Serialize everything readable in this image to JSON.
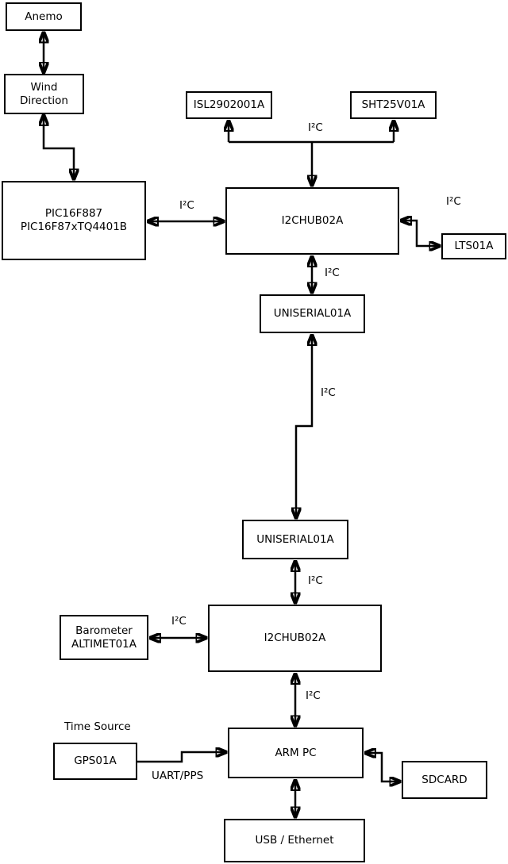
{
  "diagram": {
    "colors": {
      "line": "#000000",
      "background": "#ffffff",
      "box_fill": "#ffffff",
      "text": "#000000"
    },
    "nodes": {
      "anemo": {
        "label": "Anemo"
      },
      "wind": {
        "line1": "Wind",
        "line2": "Direction"
      },
      "pic": {
        "line1": "PIC16F887",
        "line2": "PIC16F87xTQ4401B"
      },
      "isl": {
        "label": "ISL2902001A"
      },
      "sht": {
        "label": "SHT25V01A"
      },
      "hub1": {
        "label": "I2CHUB02A"
      },
      "lts": {
        "label": "LTS01A"
      },
      "uniserial1": {
        "label": "UNISERIAL01A"
      },
      "uniserial2": {
        "label": "UNISERIAL01A"
      },
      "hub2": {
        "label": "I2CHUB02A"
      },
      "barometer": {
        "line1": "Barometer",
        "line2": "ALTIMET01A"
      },
      "gps": {
        "label": "GPS01A"
      },
      "arm_pc": {
        "label": "ARM PC"
      },
      "sdcard": {
        "label": "SDCARD"
      },
      "usb_ethernet": {
        "label": "USB / Ethernet"
      }
    },
    "edge_labels": {
      "i2c_isl_sht": "I²C",
      "i2c_pic_hub1": "I²C",
      "i2c_hub1_lts": "I²C",
      "i2c_hub1_uniserial1": "I²C",
      "i2c_uniserial1_uniserial2": "I²C",
      "i2c_uniserial2_hub2": "I²C",
      "i2c_barometer_hub2": "I²C",
      "i2c_hub2_armpc": "I²C",
      "time_source": "Time Source",
      "uart_pps": "UART/PPS"
    }
  }
}
